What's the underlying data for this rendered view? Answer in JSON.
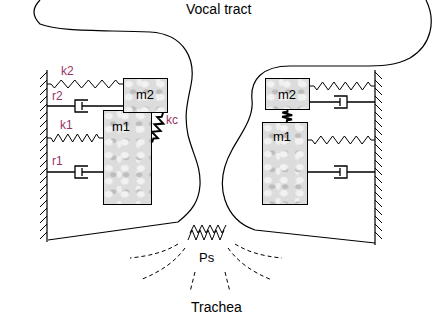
{
  "diagram": {
    "nodes": [
      {
        "text": [
          "m2"
        ]
      },
      {
        "text": [
          "m1"
        ]
      },
      {
        "text": [
          "m2"
        ]
      },
      {
        "text": [
          "m1"
        ]
      }
    ],
    "edges": [
      {
        "from": 0,
        "to": 1,
        "arrow": "none",
        "label": "kc"
      },
      {
        "from": 2,
        "to": 3,
        "arrow": "none"
      }
    ],
    "labels": [
      "Vocal tract",
      "k2",
      "r2",
      "k1",
      "r1",
      "Ps",
      "Trachea"
    ]
  }
}
